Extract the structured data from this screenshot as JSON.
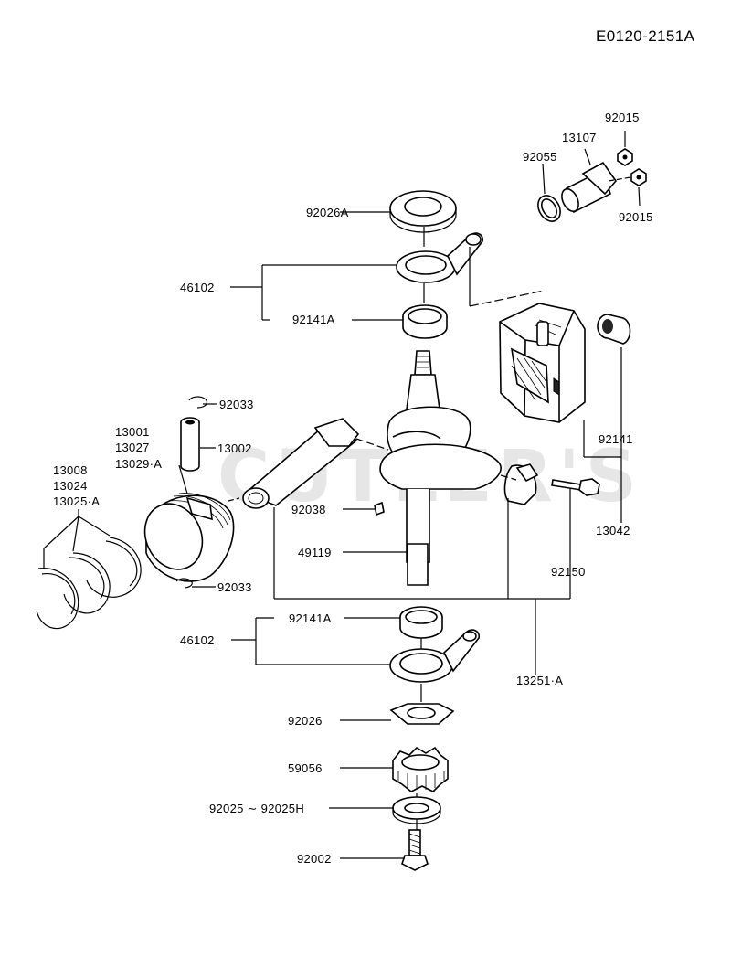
{
  "diagram_code": "E0120-2151A",
  "watermark": "CUTLER'S",
  "labels": {
    "l92015_top": "92015",
    "l13107": "13107",
    "l92055": "92055",
    "l92015_bot": "92015",
    "l92026A": "92026A",
    "l46102_top": "46102",
    "l92141A_top": "92141A",
    "l92033_top": "92033",
    "l13001": "13001",
    "l13027": "13027",
    "l13029A": "13029·A",
    "l13002": "13002",
    "l13008": "13008",
    "l13024": "13024",
    "l13025A": "13025·A",
    "l92038": "92038",
    "l49119": "49119",
    "l92033_bot": "92033",
    "l92141": "92141",
    "l13042": "13042",
    "l92150": "92150",
    "l92141A_bot": "92141A",
    "l46102_bot": "46102",
    "l13251A": "13251·A",
    "l92026": "92026",
    "l59056": "59056",
    "l92025": "92025 ∼ 92025H",
    "l92002": "92002"
  }
}
